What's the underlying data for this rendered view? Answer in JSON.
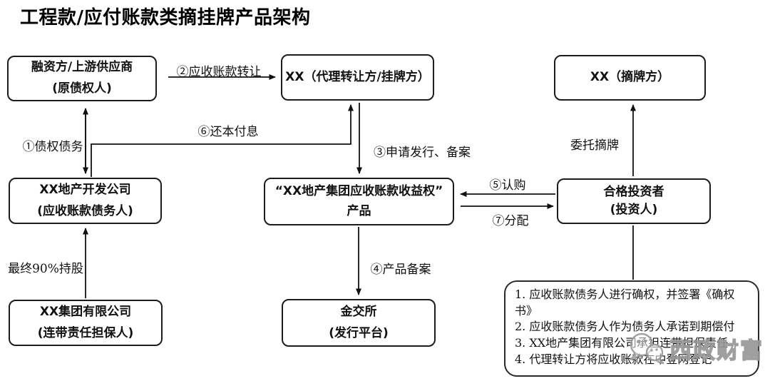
{
  "title": "工程款/应付账款类摘挂牌产品架构",
  "nodes": {
    "financier": {
      "line1": "融资方/上游供应商",
      "line2": "(原债权人)"
    },
    "agent": {
      "line1": "XX（代理转让方/挂牌方）"
    },
    "delister": {
      "line1": "XX（摘牌方）"
    },
    "developer": {
      "line1": "XX地产开发公司",
      "line2": "(应收账款债务人)"
    },
    "product": {
      "line1": "“XX地产集团应收账款收益权”",
      "line2": "产品"
    },
    "investor": {
      "line1": "合格投资者",
      "line2": "(投资人)"
    },
    "group": {
      "line1": "XX集团有限公司",
      "line2": "(连带责任担保人)"
    },
    "exchange": {
      "line1": "金交所",
      "line2": "(发行平台)"
    }
  },
  "labels": {
    "debt": "①债权债务",
    "transfer": "②应收账款转让",
    "apply": "③申请发行、备案",
    "filing": "④产品备案",
    "subscribe": "⑤认购",
    "repay": "⑥还本付息",
    "distribute": "⑦分配",
    "entrust": "委托摘牌",
    "holding": "最终90%持股"
  },
  "notes": {
    "items": [
      "1. 应收账款债务人进行确权，并签署《确权书》",
      "2. 应收账款债务人作为债务人承诺到期偿付",
      "3. XX地产集团有限公司承担连带担保责任",
      "4. 代理转让方将应收账款在中登网登记"
    ]
  },
  "watermark": {
    "text": "西政财富"
  },
  "colors": {
    "line": "#111111",
    "border": "#1c1c1c",
    "watermark": "#979797"
  }
}
